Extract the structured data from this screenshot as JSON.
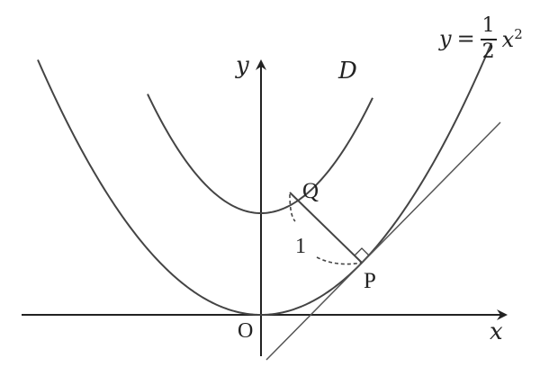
{
  "labels": {
    "x_axis": "x",
    "y_axis": "y",
    "origin": "O",
    "curve_d": "D",
    "point_q": "Q",
    "point_p": "P",
    "distance": "1"
  },
  "equation": {
    "lhs": "y",
    "eq": "=",
    "numerator": "1",
    "denominator": "2",
    "var": "x",
    "exponent": "2"
  },
  "colors": {
    "line": "#444444",
    "text": "#222222",
    "background": "#ffffff"
  }
}
